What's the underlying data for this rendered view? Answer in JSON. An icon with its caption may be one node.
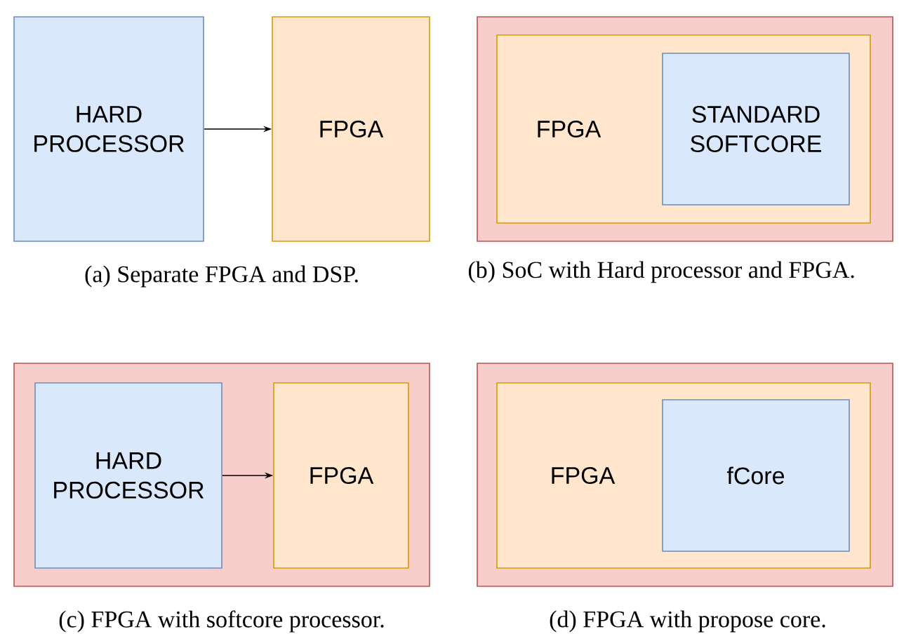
{
  "diagram": {
    "nodes": [
      {
        "text": [
          "HARD PROCESSOR"
        ]
      },
      {
        "text": [
          "FPGA"
        ]
      },
      {
        "text": [],
        "shape": "box"
      },
      {
        "text": [
          "FPGA"
        ],
        "in": 2
      },
      {
        "text": [
          "STANDARD SOFTCORE"
        ],
        "in": 3
      },
      {
        "text": [],
        "shape": "box"
      },
      {
        "text": [
          "HARD PROCESSOR"
        ],
        "in": 5
      },
      {
        "text": [
          "FPGA"
        ],
        "in": 5
      },
      {
        "text": [],
        "shape": "box"
      },
      {
        "text": [
          "FPGA"
        ],
        "in": 8
      },
      {
        "text": [
          "fCore"
        ],
        "in": 9
      }
    ],
    "edges": [
      {
        "from": 0,
        "to": 1,
        "arrow": "to"
      },
      {
        "from": 6,
        "to": 7,
        "arrow": "to"
      }
    ],
    "labels": [
      "(a) Separate FPGA and DSP.",
      "(b) SoC with Hard processor and FPGA.",
      "(c) FPGA with softcore processor.",
      "(d) FPGA with propose core."
    ]
  }
}
